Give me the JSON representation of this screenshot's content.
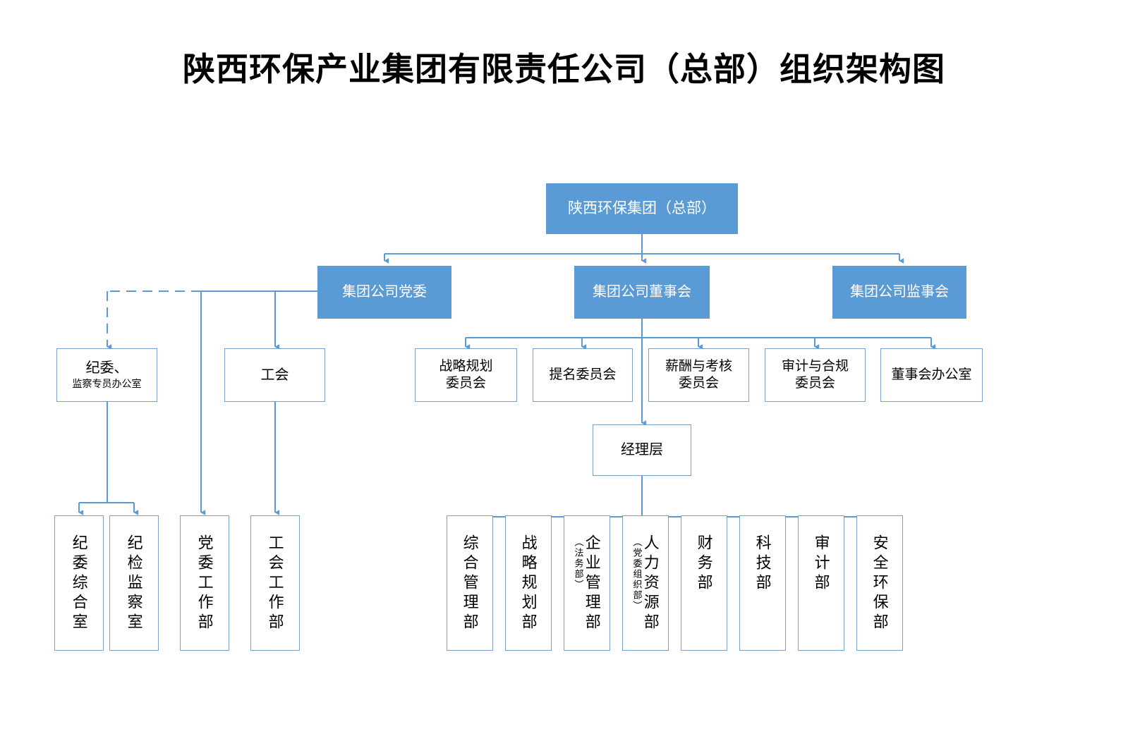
{
  "page": {
    "title": "陕西环保产业集团有限责任公司（总部）组织架构图",
    "background": "#FFFFFF",
    "accent_color": "#5B9BD5",
    "line_color": "#7C9FC4",
    "box_border_color": "#7C9FC4"
  },
  "nodes": {
    "root": {
      "label": "陕西环保集团（总部）"
    },
    "level2": [
      {
        "label": "集团公司党委"
      },
      {
        "label": "集团公司董事会"
      },
      {
        "label": "集团公司监事会"
      }
    ],
    "party_branch": [
      {
        "label_main": "纪委、",
        "label_sub": "监察专员办公室"
      },
      {
        "label_main": "工会",
        "label_sub": ""
      }
    ],
    "committees": [
      {
        "line1": "战略规划",
        "line2": "委员会"
      },
      {
        "line1": "提名委员会",
        "line2": ""
      },
      {
        "line1": "薪酬与考核",
        "line2": "委员会"
      },
      {
        "line1": "审计与合规",
        "line2": "委员会"
      },
      {
        "line1": "董事会办公室",
        "line2": ""
      }
    ],
    "management": {
      "label": "经理层"
    },
    "left_departments": [
      {
        "label": "纪委综合室",
        "note": ""
      },
      {
        "label": "纪检监察室",
        "note": ""
      },
      {
        "label": "党委工作部",
        "note": ""
      },
      {
        "label": "工会工作部",
        "note": ""
      }
    ],
    "departments": [
      {
        "label": "综合管理部",
        "note": ""
      },
      {
        "label": "战略规划部",
        "note": ""
      },
      {
        "label": "企业管理部",
        "note": "（法务部）"
      },
      {
        "label": "人力资源部",
        "note": "（党委组织部）"
      },
      {
        "label": "财务部",
        "note": ""
      },
      {
        "label": "科技部",
        "note": ""
      },
      {
        "label": "审计部",
        "note": ""
      },
      {
        "label": "安全环保部",
        "note": ""
      }
    ]
  }
}
